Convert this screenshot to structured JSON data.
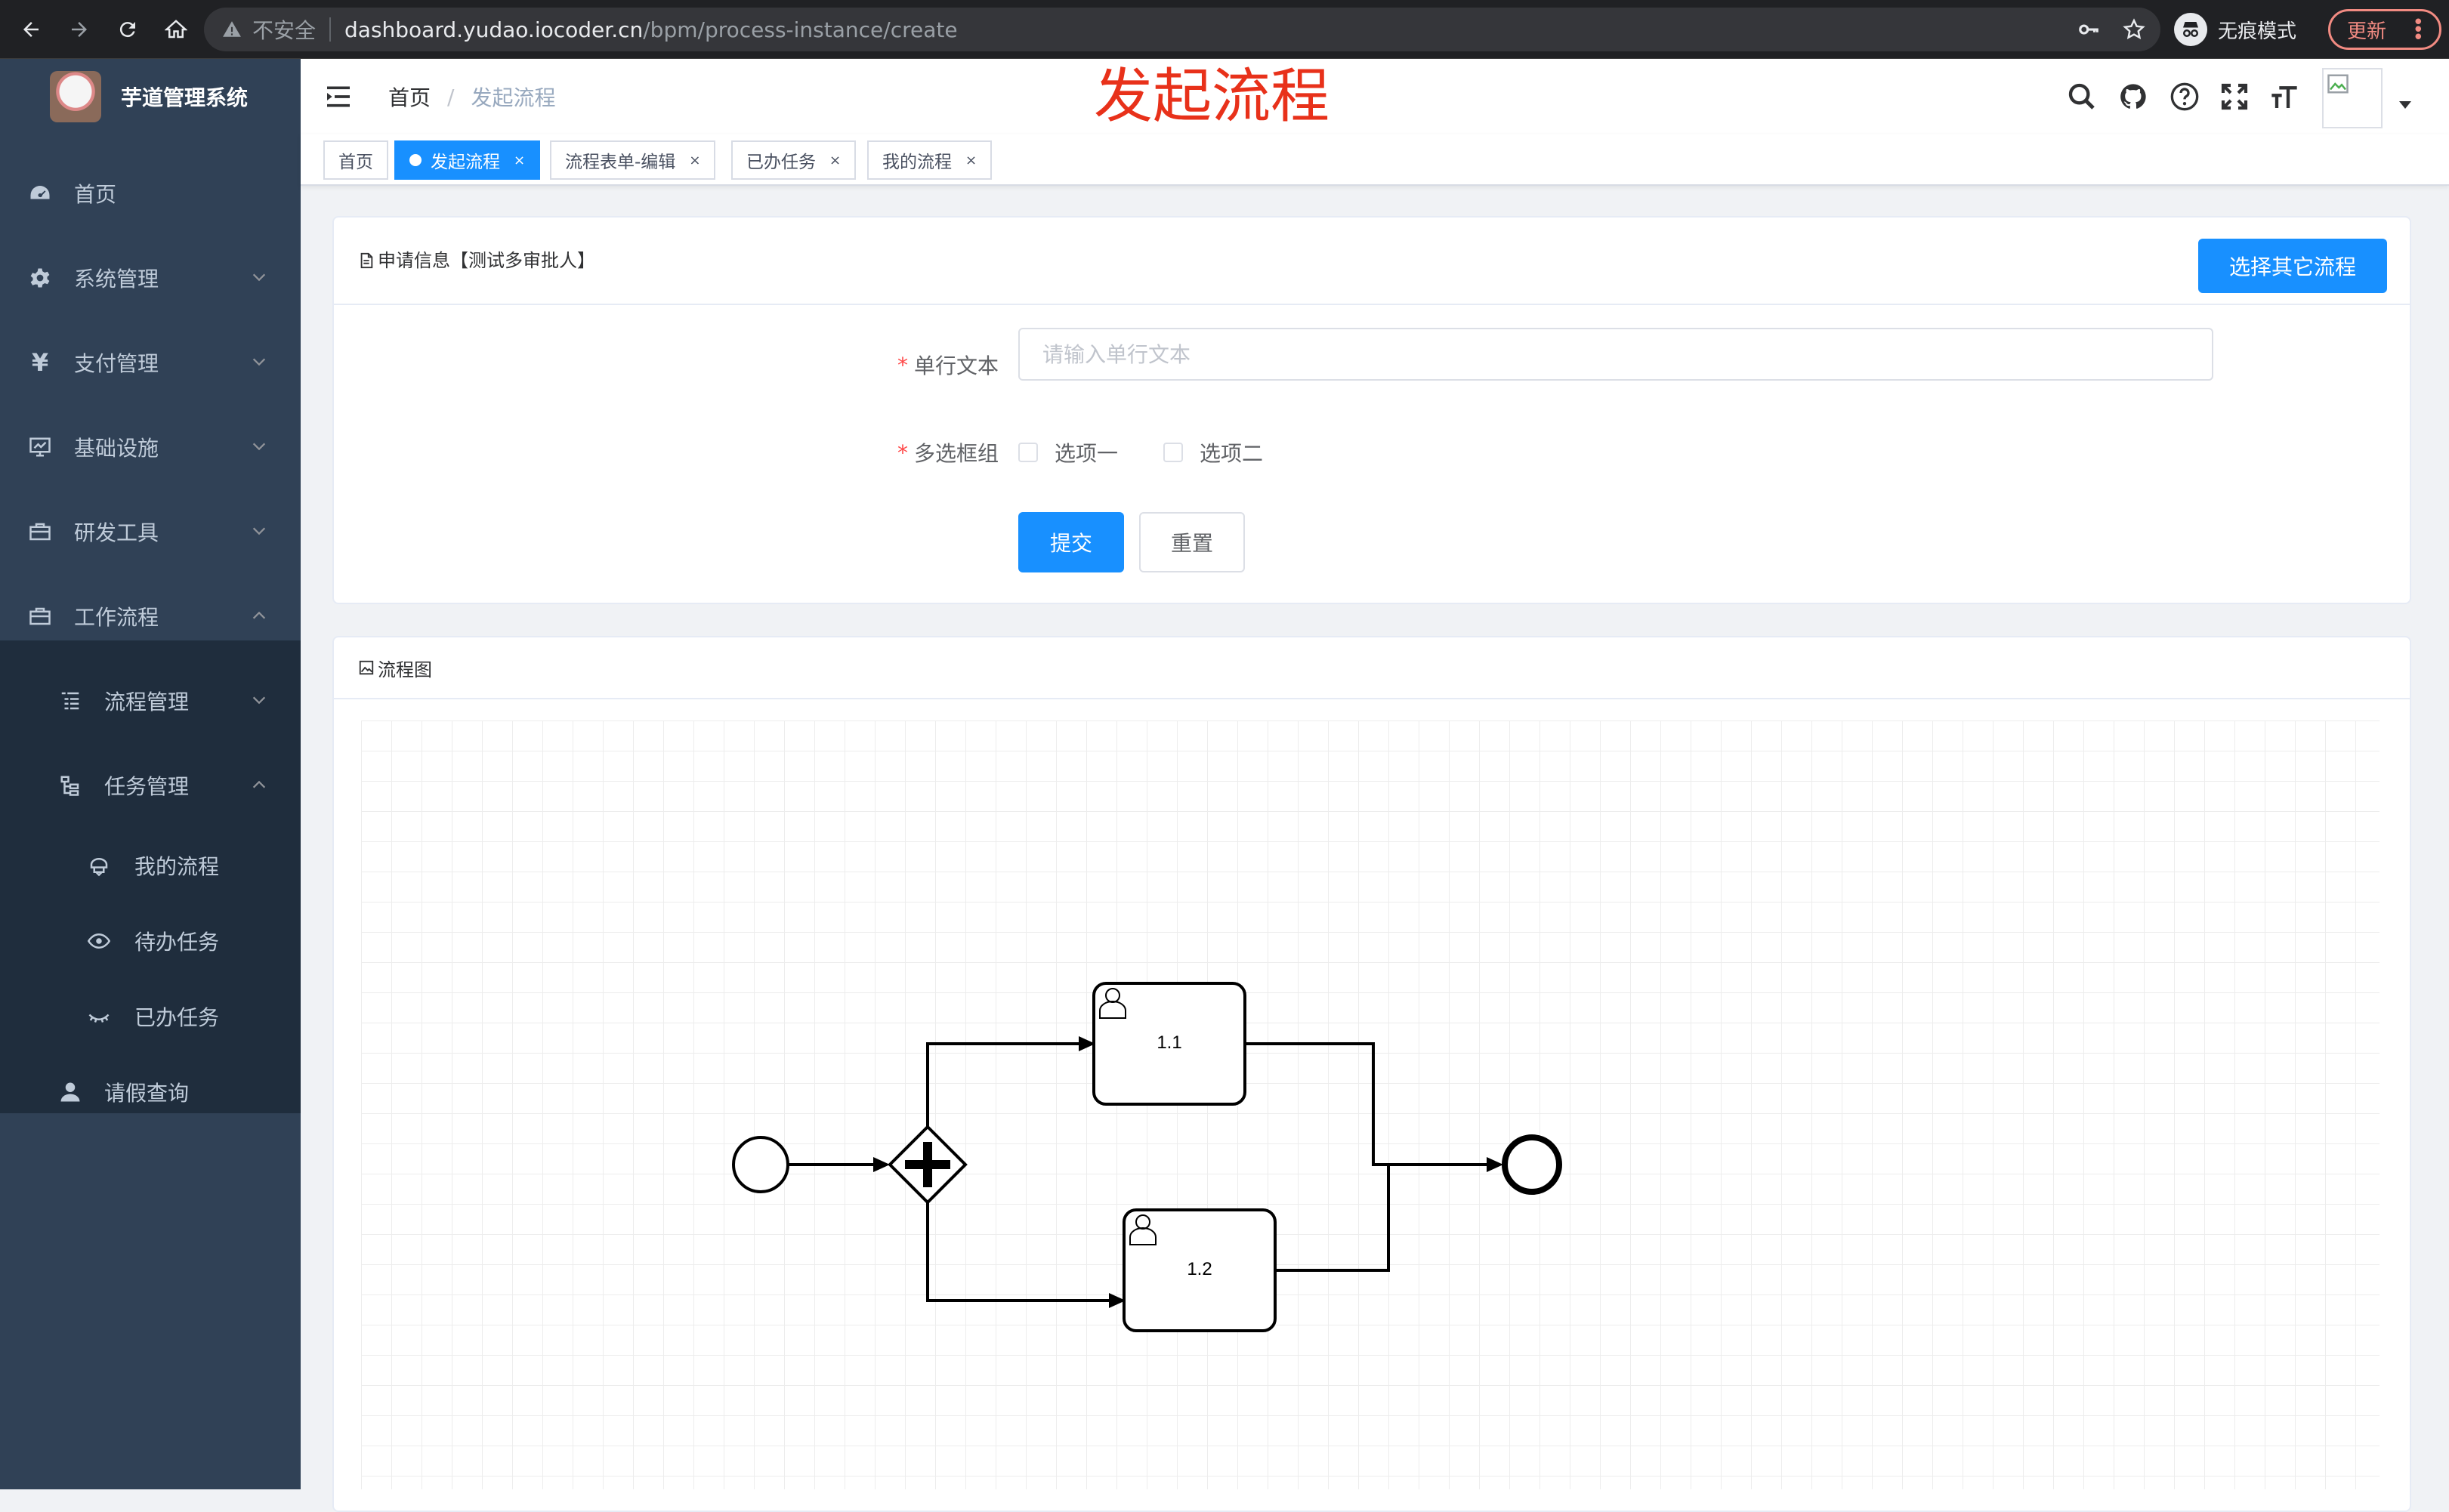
{
  "browser": {
    "security_label": "不安全",
    "url_host": "dashboard.yudao.iocoder.cn",
    "url_path": "/bpm/process-instance/create",
    "incognito_label": "无痕模式",
    "update_label": "更新"
  },
  "app": {
    "name": "芋道管理系统"
  },
  "sidebar": {
    "items": [
      {
        "label": "首页",
        "icon": "dashboard-icon"
      },
      {
        "label": "系统管理",
        "icon": "gear-icon"
      },
      {
        "label": "支付管理",
        "icon": "yen-icon"
      },
      {
        "label": "基础设施",
        "icon": "monitor-icon"
      },
      {
        "label": "研发工具",
        "icon": "toolbox-icon"
      },
      {
        "label": "工作流程",
        "icon": "toolbox-icon"
      }
    ],
    "workflow_children": [
      {
        "label": "流程管理",
        "icon": "list-icon"
      },
      {
        "label": "任务管理",
        "icon": "tree-icon"
      }
    ],
    "task_children": [
      {
        "label": "我的流程",
        "icon": "people-icon"
      },
      {
        "label": "待办任务",
        "icon": "eye-icon"
      },
      {
        "label": "已办任务",
        "icon": "eye-closed-icon"
      }
    ],
    "leave": {
      "label": "请假查询",
      "icon": "user-icon"
    }
  },
  "header": {
    "breadcrumb_home": "首页",
    "breadcrumb_current": "发起流程",
    "annotation_title": "发起流程"
  },
  "tags": [
    {
      "label": "首页",
      "active": false,
      "closable": false
    },
    {
      "label": "发起流程",
      "active": true,
      "closable": true
    },
    {
      "label": "流程表单-编辑",
      "active": false,
      "closable": true
    },
    {
      "label": "已办任务",
      "active": false,
      "closable": true
    },
    {
      "label": "我的流程",
      "active": false,
      "closable": true
    }
  ],
  "tag_close_symbol": "×",
  "apply_card": {
    "title": "申请信息【测试多审批人】",
    "select_other_label": "选择其它流程",
    "fields": {
      "single_text": {
        "label": "单行文本",
        "placeholder": "请输入单行文本",
        "value": ""
      },
      "checkbox_group": {
        "label": "多选框组",
        "options": [
          "选项一",
          "选项二"
        ]
      }
    },
    "required_mark": "*",
    "submit_label": "提交",
    "reset_label": "重置"
  },
  "diagram_card": {
    "title": "流程图",
    "tasks": [
      {
        "label": "1.1"
      },
      {
        "label": "1.2"
      }
    ]
  },
  "colors": {
    "primary": "#1890ff",
    "sidebar_bg": "#304156",
    "sidebar_sub_bg": "#1f2d3d",
    "annotation": "#e8311a"
  }
}
